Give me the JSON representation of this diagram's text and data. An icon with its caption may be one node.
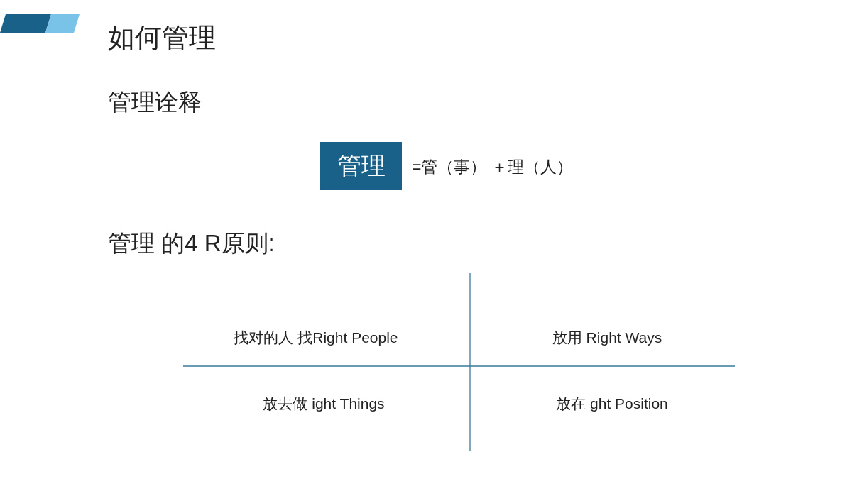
{
  "diagram": {
    "title": "如何管理",
    "nodes": [
      {
        "text": [
          "管理"
        ]
      }
    ],
    "labels": [
      "管理诠释",
      "=管（事） ＋理（人）",
      "管理 的4 R原则:",
      "找对的人 找Right People",
      "放用 Right Ways",
      "放去做 ight Things",
      "放在 ght Position"
    ]
  }
}
